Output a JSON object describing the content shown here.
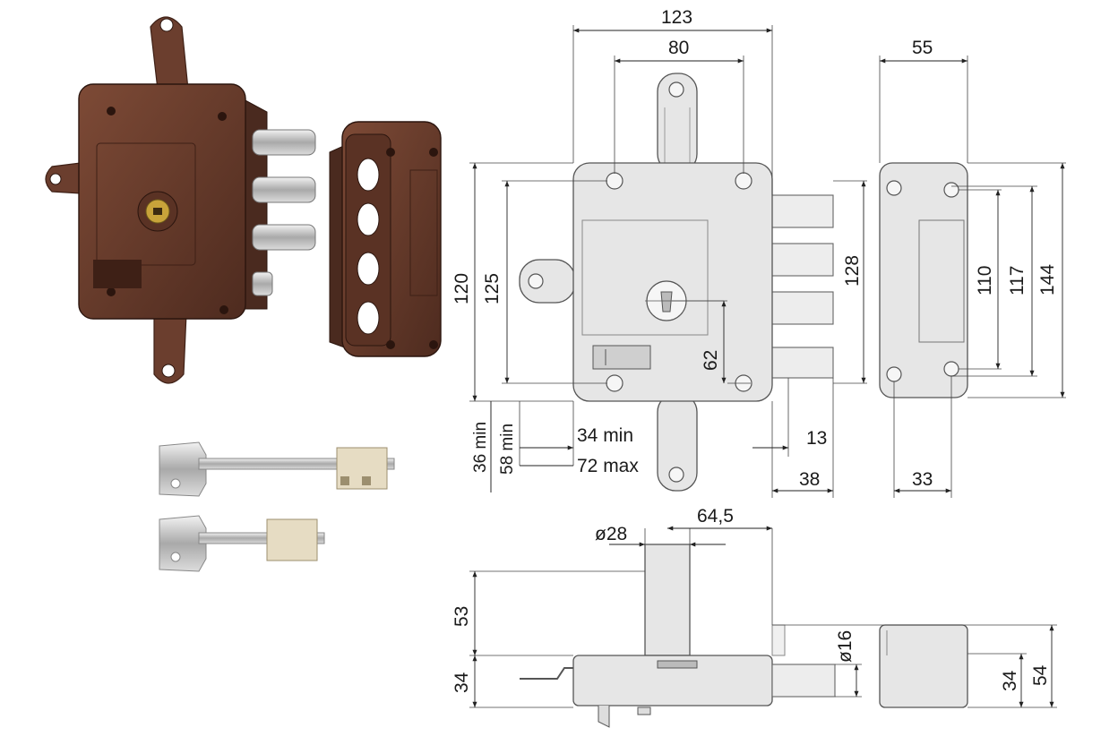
{
  "dimensions": {
    "front": {
      "d123": "123",
      "d80": "80",
      "d120": "120",
      "d125": "125",
      "d128": "128",
      "d62": "62",
      "d36min": "36 min",
      "d58min": "58 min",
      "d34min": "34 min",
      "d72max": "72 max",
      "d13": "13",
      "d38": "38"
    },
    "strike": {
      "d55": "55",
      "d110": "110",
      "d117": "117",
      "d144": "144",
      "d33": "33"
    },
    "bottom": {
      "d28": "ø28",
      "d64_5": "64,5",
      "d53": "53",
      "d34": "34",
      "d16": "ø16",
      "d34b": "34",
      "d54": "54"
    }
  },
  "colors": {
    "lock_body": "#6b3e2e",
    "drawing_fill": "#e6e6e6",
    "chrome": "#c9c9c9"
  }
}
